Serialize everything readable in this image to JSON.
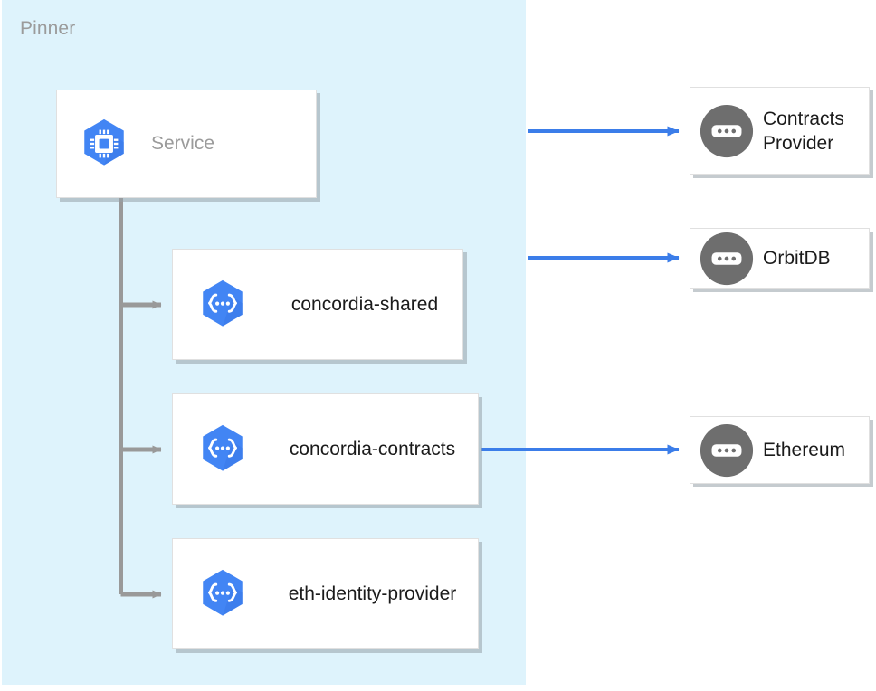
{
  "diagram": {
    "title_visible": false,
    "colors": {
      "group_background": "#DEF3FC",
      "group_label_text": "#9b9b9b",
      "node_background": "#ffffff",
      "node_border": "#e0e0e0",
      "node_shadow": "#96a0a8",
      "hex_icon_blue": "#4285F4",
      "hex_icon_blue_shade": "#3B78E7",
      "circle_icon_gray": "#6E6E6E",
      "internal_connector_gray": "#999999",
      "external_connector_blue": "#4285F4",
      "label_dark": "#1b1b1b"
    },
    "group": {
      "name": "pinner-group",
      "label": "Pinner"
    },
    "internal_nodes": [
      {
        "id": "service",
        "label": "Service",
        "icon": "gcp-hexagon-cpu-icon",
        "label_muted": true
      },
      {
        "id": "concordia-shared",
        "label": "concordia-shared",
        "icon": "gcp-hexagon-braces-icon",
        "label_muted": false
      },
      {
        "id": "concordia-contracts",
        "label": "concordia-contracts",
        "icon": "gcp-hexagon-braces-icon",
        "label_muted": false
      },
      {
        "id": "eth-identity-provider",
        "label": "eth-identity-provider",
        "icon": "gcp-hexagon-braces-icon",
        "label_muted": false
      }
    ],
    "external_nodes": [
      {
        "id": "contracts-provider",
        "label": "Contracts Provider",
        "line1": "Contracts",
        "line2": "Provider",
        "icon": "external-system-circle-icon"
      },
      {
        "id": "orbitdb",
        "label": "OrbitDB",
        "icon": "external-system-circle-icon"
      },
      {
        "id": "ethereum",
        "label": "Ethereum",
        "icon": "external-system-circle-icon"
      }
    ],
    "edges": [
      {
        "from": "service",
        "to": "concordia-shared",
        "style": "gray-arrow"
      },
      {
        "from": "service",
        "to": "concordia-contracts",
        "style": "gray-arrow"
      },
      {
        "from": "service",
        "to": "eth-identity-provider",
        "style": "gray-arrow"
      },
      {
        "from": "service",
        "to": "contracts-provider",
        "style": "blue-arrow"
      },
      {
        "from": "service",
        "to": "orbitdb",
        "style": "blue-arrow"
      },
      {
        "from": "concordia-contracts",
        "to": "ethereum",
        "style": "blue-arrow"
      }
    ]
  }
}
